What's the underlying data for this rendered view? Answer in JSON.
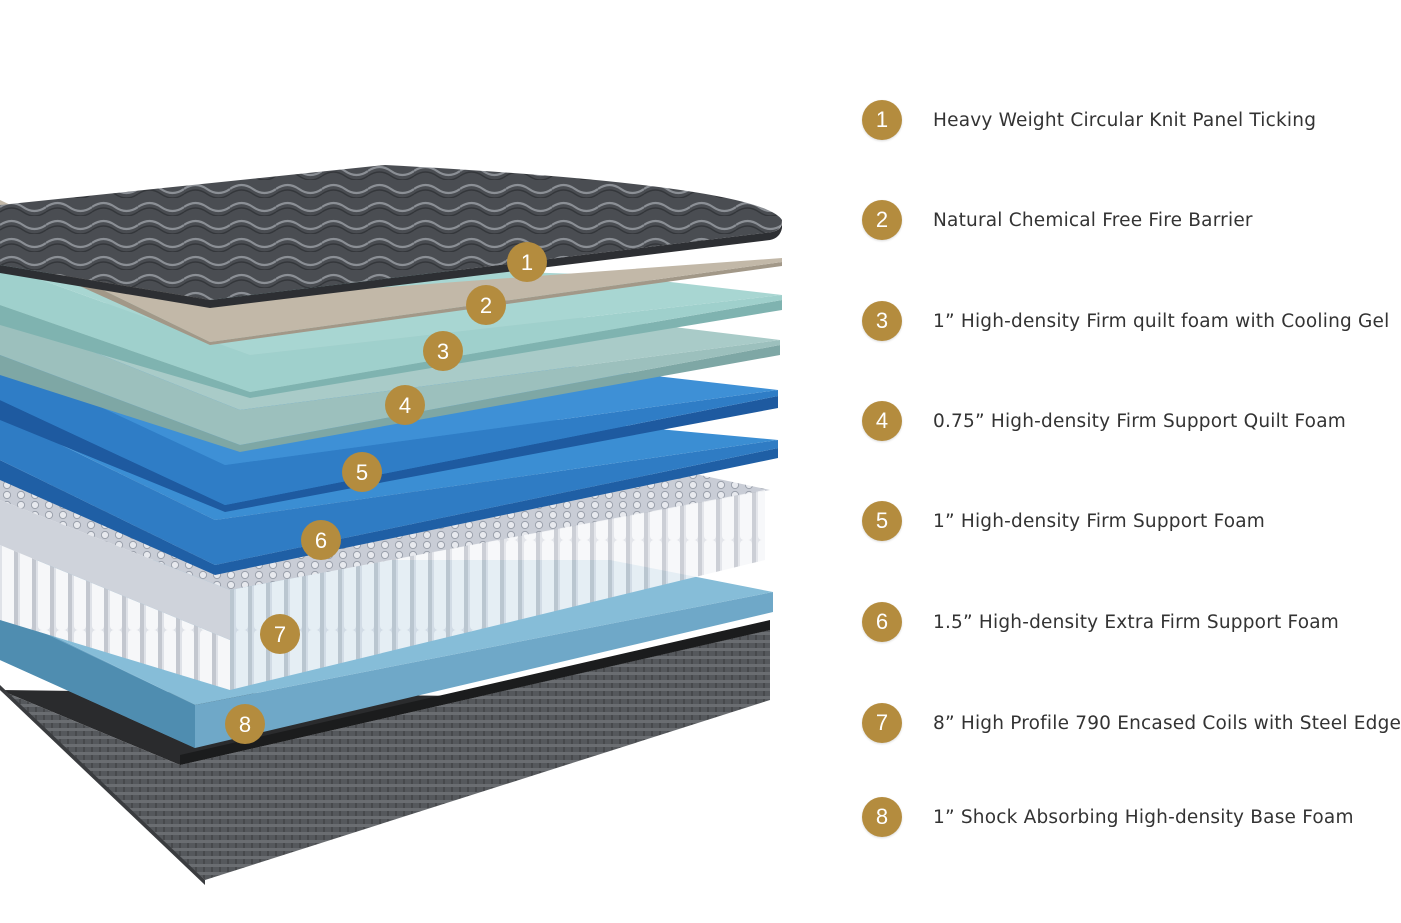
{
  "badge_color": "#b48c3e",
  "layers": [
    {
      "number": "1",
      "label": "Heavy Weight Circular Knit Panel Ticking"
    },
    {
      "number": "2",
      "label": "Natural Chemical Free Fire Barrier"
    },
    {
      "number": "3",
      "label": "1” High-density Firm quilt foam with Cooling Gel"
    },
    {
      "number": "4",
      "label": "0.75” High-density Firm Support Quilt Foam"
    },
    {
      "number": "5",
      "label": "1” High-density Firm Support Foam"
    },
    {
      "number": "6",
      "label": "1.5” High-density Extra Firm Support Foam"
    },
    {
      "number": "7",
      "label": "8” High Profile 790 Encased Coils with Steel Edge"
    },
    {
      "number": "8",
      "label": "1” Shock Absorbing High-density Base Foam"
    }
  ]
}
